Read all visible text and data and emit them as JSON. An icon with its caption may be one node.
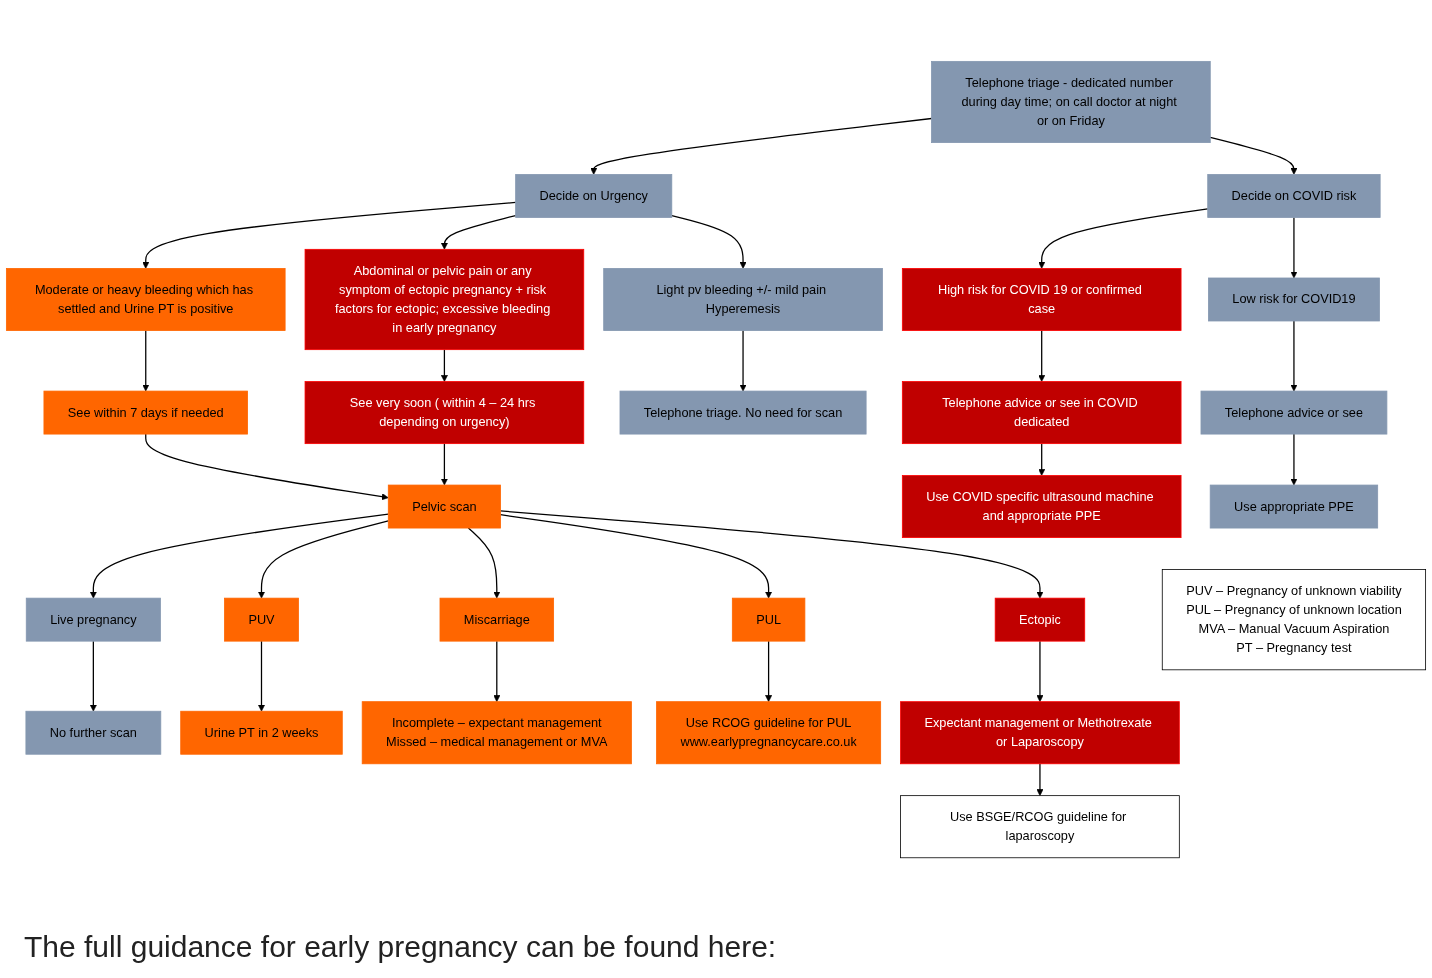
{
  "diagram": {
    "caption": "The full guidance for early pregnancy can be found here:",
    "nodes": [
      {
        "text": [
          "Telephone triage - dedicated number during day time; on call doctor at night or on Friday"
        ]
      },
      {
        "text": [
          "Decide on COVID risk"
        ]
      },
      {
        "text": [
          "Decide on Urgency"
        ]
      },
      {
        "text": [
          "Low risk for COVID19"
        ]
      },
      {
        "text": [
          "High risk for COVID 19 or confirmed case"
        ]
      },
      {
        "text": [
          "Telephone advice or see"
        ]
      },
      {
        "text": [
          "Telephone advice or see in COVID dedicated"
        ]
      },
      {
        "text": [
          "Use appropriate PPE"
        ]
      },
      {
        "text": [
          "Use COVID specific ultrasound machine and appropriate PPE"
        ]
      },
      {
        "text": [
          "Light pv bleeding +/- mild pain Hyperemesis"
        ]
      },
      {
        "text": [
          "Moderate or heavy bleeding which has settled and Urine PT is positive"
        ]
      },
      {
        "text": [
          "Abdominal or pelvic pain or any symptom of ectopic pregnancy + risk factors for ectopic; excessive bleeding in early pregnancy"
        ]
      },
      {
        "text": [
          "Telephone triage. No need for scan"
        ]
      },
      {
        "text": [
          "See within 7 days if needed"
        ]
      },
      {
        "text": [
          "See very soon ( within 4 – 24 hrs depending on urgency)"
        ]
      },
      {
        "text": [
          "Pelvic scan"
        ]
      },
      {
        "text": [
          "Live pregnancy"
        ]
      },
      {
        "text": [
          "PUV"
        ]
      },
      {
        "text": [
          "Miscarriage"
        ]
      },
      {
        "text": [
          "PUL"
        ]
      },
      {
        "text": [
          "Ectopic"
        ]
      },
      {
        "text": [
          "No further scan"
        ]
      },
      {
        "text": [
          "Urine PT in 2 weeks"
        ]
      },
      {
        "text": [
          "Incomplete – expectant management",
          "Missed – medical management or MVA"
        ]
      },
      {
        "text": [
          "Use RCOG guideline for PUL",
          "www.earlypregnancycare.co.uk"
        ]
      },
      {
        "text": [
          "Expectant management or Methotrexate or Laparoscopy"
        ]
      },
      {
        "text": [
          "Use BSGE/RCOG guideline for laparoscopy"
        ]
      },
      {
        "text": [
          "PUV – Pregnancy of unknown viability",
          "PUL – Pregnancy of unknown location",
          "MVA – Manual Vacuum Aspiration",
          "PT – Pregnancy test"
        ]
      }
    ],
    "edges": [
      {
        "from": 0,
        "to": 1,
        "arrow": "to"
      },
      {
        "from": 0,
        "to": 2,
        "arrow": "to"
      },
      {
        "from": 1,
        "to": 3,
        "arrow": "to"
      },
      {
        "from": 1,
        "to": 4,
        "arrow": "to"
      },
      {
        "from": 3,
        "to": 5,
        "arrow": "to"
      },
      {
        "from": 5,
        "to": 7,
        "arrow": "to"
      },
      {
        "from": 4,
        "to": 6,
        "arrow": "to"
      },
      {
        "from": 6,
        "to": 8,
        "arrow": "to"
      },
      {
        "from": 2,
        "to": 9,
        "arrow": "to"
      },
      {
        "from": 2,
        "to": 10,
        "arrow": "to"
      },
      {
        "from": 2,
        "to": 11,
        "arrow": "to"
      },
      {
        "from": 9,
        "to": 12,
        "arrow": "to"
      },
      {
        "from": 10,
        "to": 13,
        "arrow": "to"
      },
      {
        "from": 11,
        "to": 14,
        "arrow": "to"
      },
      {
        "from": 13,
        "to": 15,
        "arrow": "to"
      },
      {
        "from": 14,
        "to": 15,
        "arrow": "to"
      },
      {
        "from": 15,
        "to": 16,
        "arrow": "to"
      },
      {
        "from": 15,
        "to": 17,
        "arrow": "to"
      },
      {
        "from": 15,
        "to": 18,
        "arrow": "to"
      },
      {
        "from": 15,
        "to": 19,
        "arrow": "to"
      },
      {
        "from": 15,
        "to": 20,
        "arrow": "to"
      },
      {
        "from": 16,
        "to": 21,
        "arrow": "to"
      },
      {
        "from": 17,
        "to": 22,
        "arrow": "to"
      },
      {
        "from": 18,
        "to": 23,
        "arrow": "to"
      },
      {
        "from": 19,
        "to": 24,
        "arrow": "to"
      },
      {
        "from": 20,
        "to": 25,
        "arrow": "to"
      },
      {
        "from": 25,
        "to": 26,
        "arrow": "to"
      }
    ]
  }
}
